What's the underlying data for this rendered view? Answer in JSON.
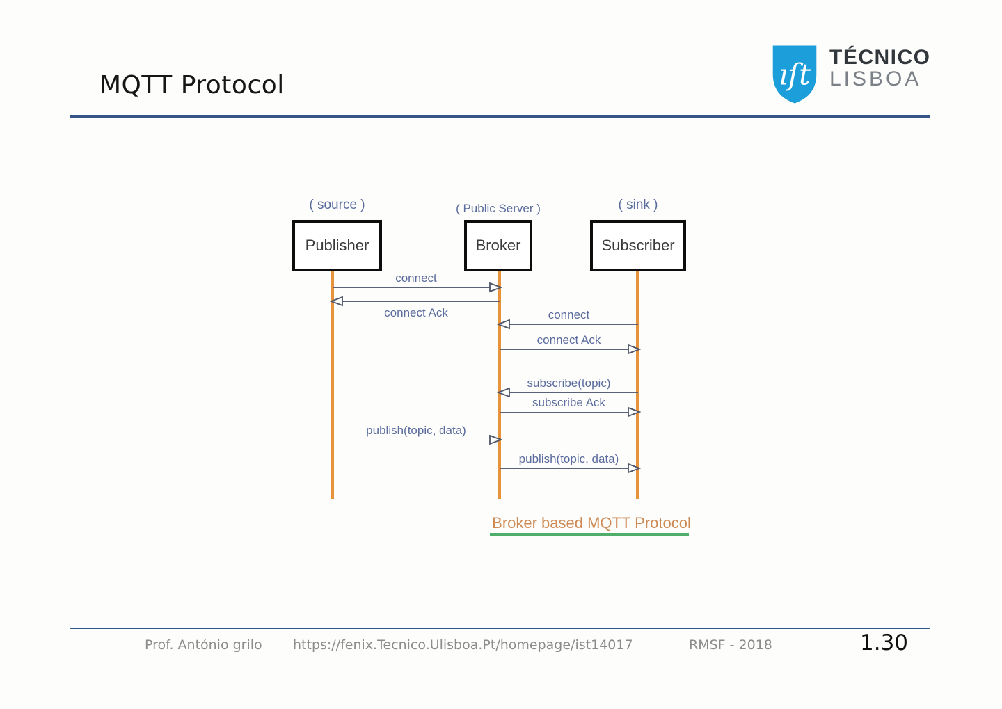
{
  "header": {
    "title": "MQTT Protocol"
  },
  "logo": {
    "monogram": "ıſt",
    "name_line1": "TÉCNICO",
    "name_line2": "LISBOA",
    "shield_color": "#1b9ed9"
  },
  "diagram": {
    "actors": [
      {
        "role": "( source )",
        "name": "Publisher"
      },
      {
        "role": "( Public Server )",
        "name": "Broker"
      },
      {
        "role": "( sink )",
        "name": "Subscriber"
      }
    ],
    "messages": [
      {
        "label": "connect",
        "from": "Publisher",
        "to": "Broker"
      },
      {
        "label": "connect Ack",
        "from": "Broker",
        "to": "Publisher"
      },
      {
        "label": "connect",
        "from": "Subscriber",
        "to": "Broker"
      },
      {
        "label": "connect Ack",
        "from": "Broker",
        "to": "Subscriber"
      },
      {
        "label": "subscribe(topic)",
        "from": "Subscriber",
        "to": "Broker"
      },
      {
        "label": "subscribe Ack",
        "from": "Broker",
        "to": "Subscriber"
      },
      {
        "label": "publish(topic, data)",
        "from": "Publisher",
        "to": "Broker"
      },
      {
        "label": "publish(topic, data)",
        "from": "Broker",
        "to": "Subscriber"
      }
    ],
    "caption": "Broker based MQTT Protocol",
    "colors": {
      "lifeline": "#e8923c",
      "arrow_line": "#5a6278",
      "message_text": "#5a6b9e",
      "caption_text": "#cd8a55",
      "caption_underline": "#4fae6a",
      "rule_blue": "#35548a"
    }
  },
  "footer": {
    "author": "Prof. António grilo",
    "url": "https://fenix.Tecnico.Ulisboa.Pt/homepage/ist14017",
    "course": "RMSF - 2018",
    "page_number": "1.30"
  }
}
